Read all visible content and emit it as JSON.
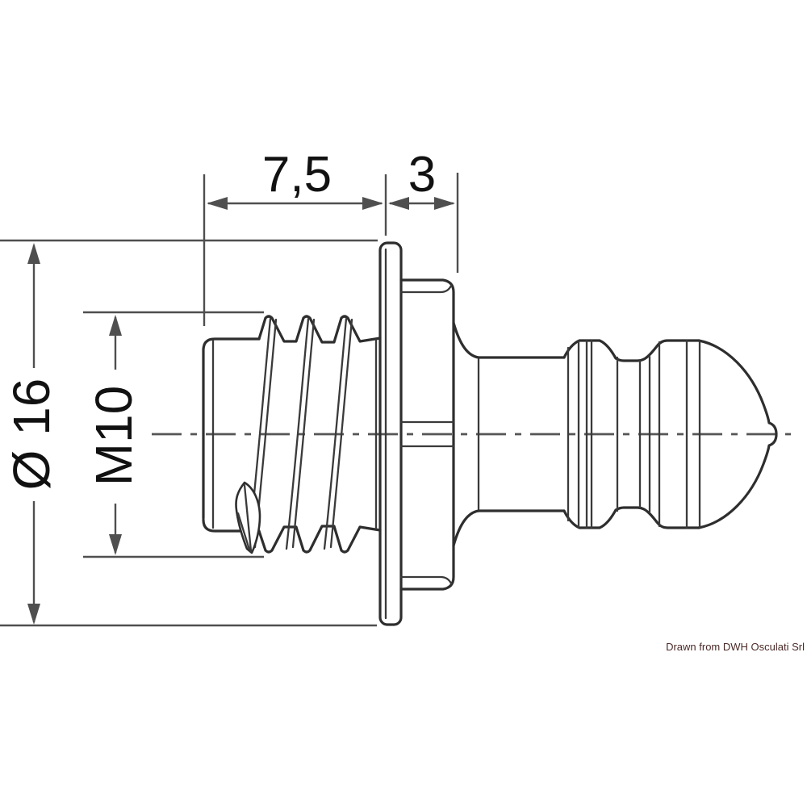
{
  "figure": {
    "dimensions": {
      "thread_length": "7,5",
      "collar_width": "3",
      "flange_diameter": "Ø 16",
      "thread_size": "M10"
    },
    "credit": "Drawn from DWH Osculati Srl",
    "colors": {
      "outline": "#2e2e2e",
      "dimension_lines": "#4f4f4f",
      "dimension_text": "#111111",
      "centerline": "#555555",
      "credit_text": "#4a2a28",
      "background": "#ffffff"
    }
  }
}
